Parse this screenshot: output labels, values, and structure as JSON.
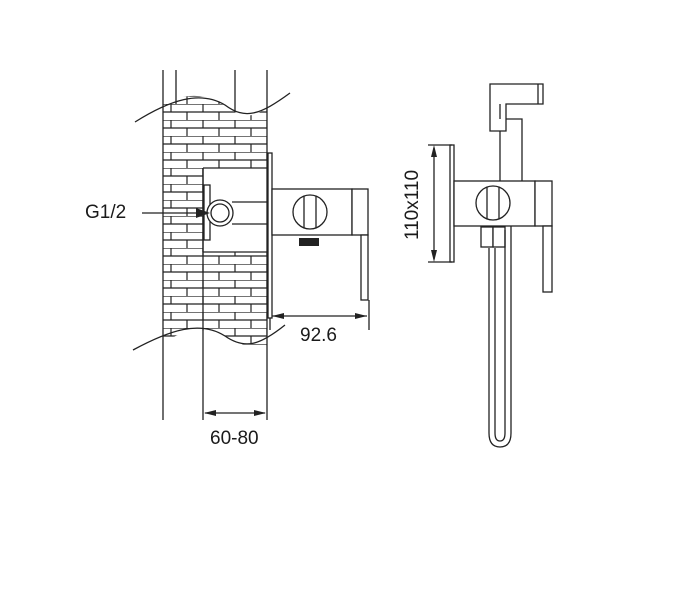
{
  "labels": {
    "thread": "G1/2",
    "projection": "92.6",
    "wall_depth": "60-80",
    "plate_size": "110x110"
  },
  "colors": {
    "line": "#222222",
    "background": "#ffffff"
  }
}
